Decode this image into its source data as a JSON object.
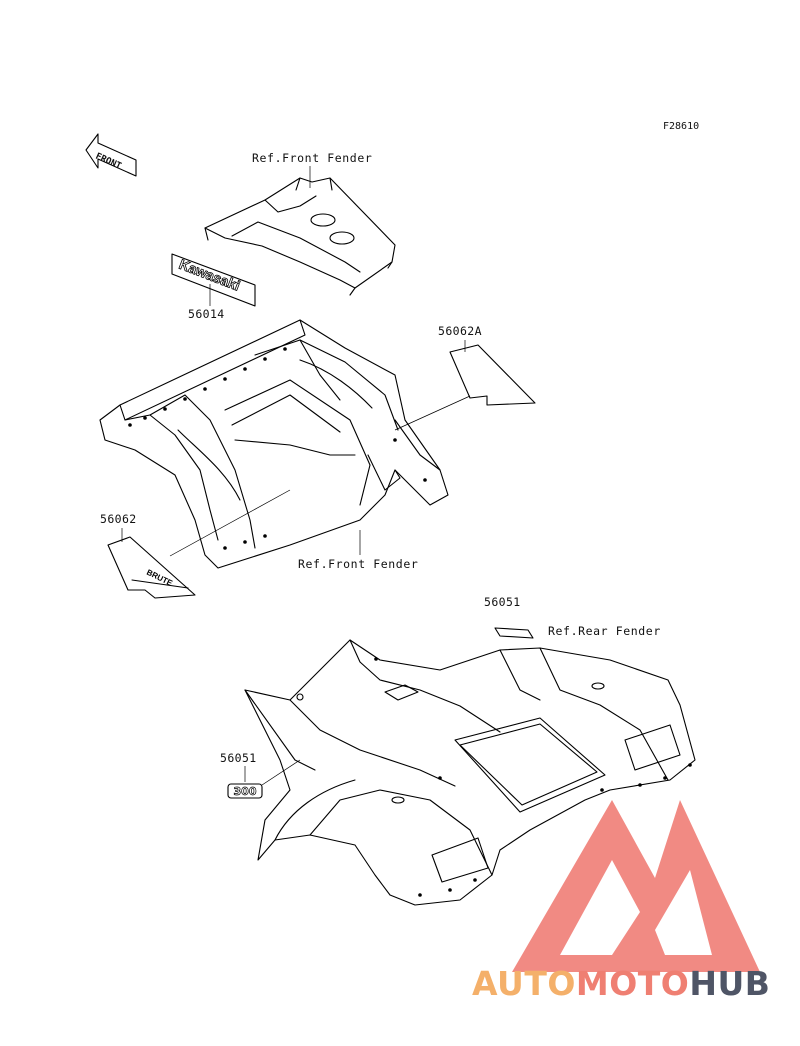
{
  "figure_id": "F28610",
  "front_marker": "FRONT",
  "labels": {
    "ref_front_fender_top": "Ref.Front Fender",
    "ref_front_fender_mid": "Ref.Front Fender",
    "ref_rear_fender": "Ref.Rear Fender"
  },
  "parts": {
    "p56014": "56014",
    "p56062A": "56062A",
    "p56062": "56062",
    "p56051_top": "56051",
    "p56051_left": "56051"
  },
  "decals": {
    "brand": "Kawasaki",
    "side_emblem": "BRUTE",
    "model_badge": "300"
  },
  "watermark": {
    "part1": "AUTO",
    "part2": "MOTO",
    "part3": "HUB",
    "colors": {
      "logo": "#f08078",
      "auto": "#f4b06a",
      "moto": "#ef7f72",
      "hub": "#4f5566"
    }
  }
}
